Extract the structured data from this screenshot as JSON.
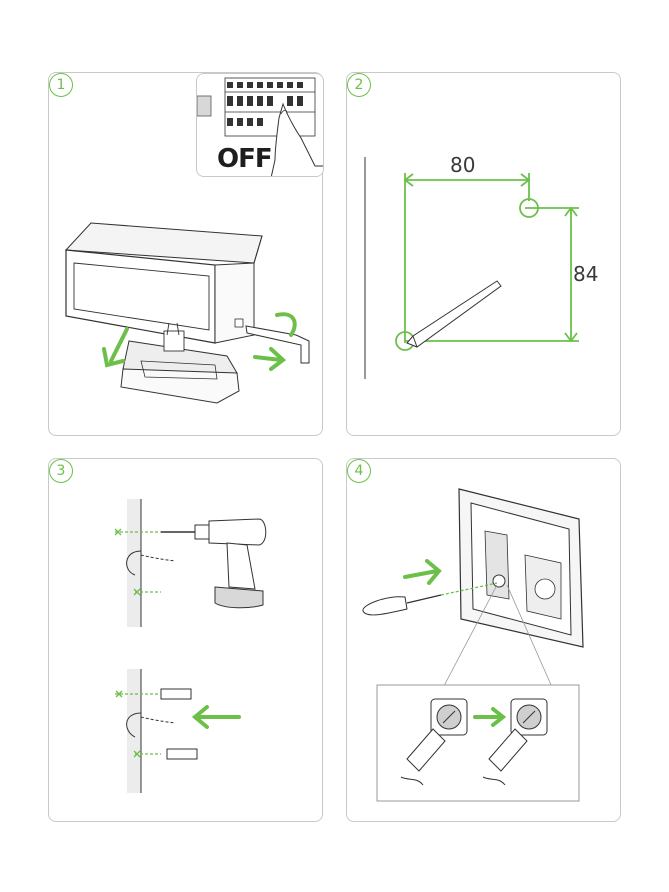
{
  "steps": [
    {
      "number": "1"
    },
    {
      "number": "2"
    },
    {
      "number": "3"
    },
    {
      "number": "4"
    }
  ],
  "step1": {
    "off_label": "OFF"
  },
  "step2": {
    "width_label": "80",
    "height_label": "84"
  },
  "colors": {
    "accent": "#6cc04a",
    "line": "#3a3a3a",
    "panel_border": "#c9c9c9"
  }
}
